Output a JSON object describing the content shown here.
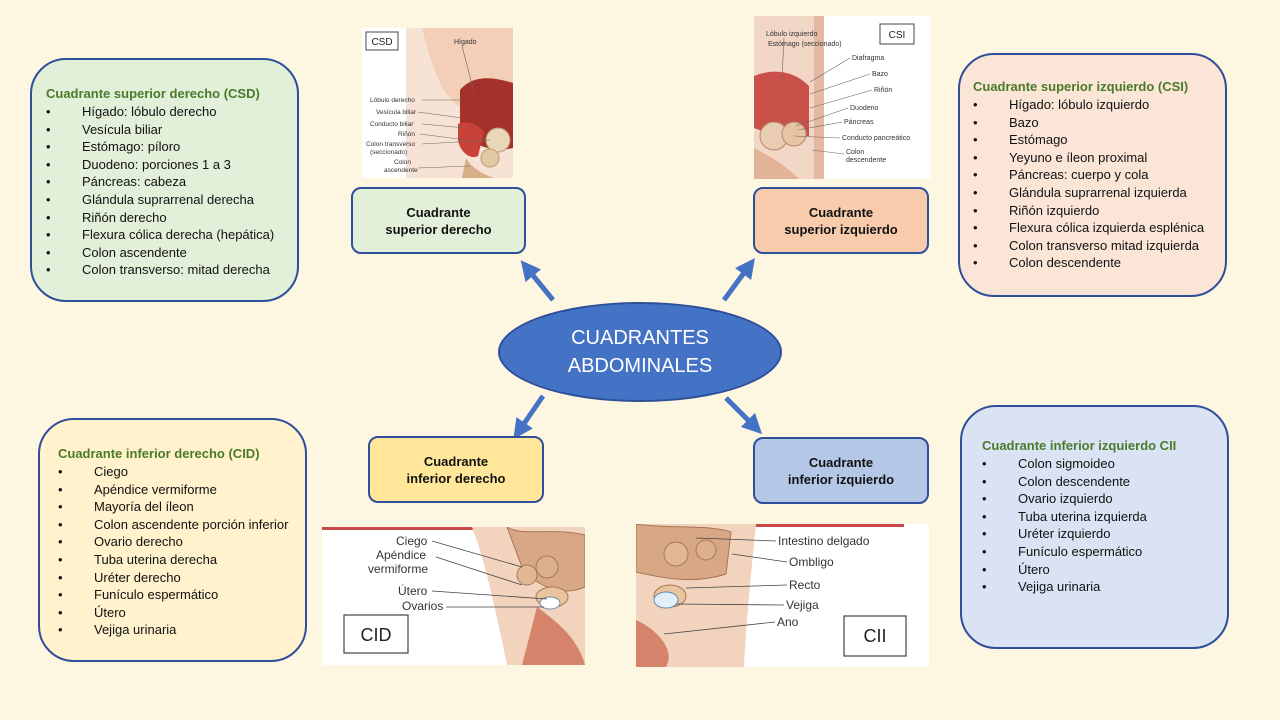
{
  "center": {
    "title": "CUADRANTES\nABDOMINALES"
  },
  "labels": {
    "csd": "Cuadrante\nsuperior derecho",
    "csi": "Cuadrante\nsuperior izquierdo",
    "cid": "Cuadrante\ninferior derecho",
    "cii": "Cuadrante\ninferior izquierdo"
  },
  "colors": {
    "background": "#fdf6e1",
    "center": "#4472c4",
    "csd": "#e2efd9",
    "csi": "#f8cbad",
    "cid": "#ffe699",
    "cii": "#b4c7e7",
    "csd_box": "#e2efd9",
    "csi_box": "#fbe5d6",
    "cid_box": "#fff2cc",
    "cii_box": "#dae3f3",
    "heading": "#4a7a2a"
  },
  "boxes": {
    "csd": {
      "title": "Cuadrante superior derecho (CSD)",
      "items": [
        "Hígado: lóbulo derecho",
        "Vesícula biliar",
        "Estómago: píloro",
        "Duodeno: porciones 1 a 3",
        "Páncreas: cabeza",
        "Glándula suprarrenal derecha",
        "Riñón derecho",
        "Flexura cólica derecha (hepática)",
        "Colon ascendente",
        "Colon transverso: mitad derecha"
      ]
    },
    "csi": {
      "title": "Cuadrante superior izquierdo (CSI)",
      "items": [
        "Hígado: lóbulo izquierdo",
        "Bazo",
        "Estómago",
        "Yeyuno e íleon proximal",
        "Páncreas: cuerpo y cola",
        "Glándula suprarrenal izquierda",
        "Riñón izquierdo",
        "Flexura cólica izquierda esplénica",
        "Colon transverso mitad izquierda",
        "Colon descendente"
      ]
    },
    "cid": {
      "title": "Cuadrante inferior derecho (CID)",
      "items": [
        "Ciego",
        "Apéndice vermiforme",
        "Mayoría del íleon",
        "Colon ascendente porción inferior",
        "Ovario derecho",
        "Tuba uterina derecha",
        "Uréter derecho",
        "Funículo espermático",
        "Útero",
        "Vejiga urinaria"
      ]
    },
    "cii": {
      "title": "Cuadrante inferior izquierdo CII",
      "items": [
        "Colon sigmoideo",
        "Colon descendente",
        "Ovario izquierdo",
        "Tuba uterina izquierda",
        "Uréter izquierdo",
        "Funículo espermático",
        "Útero",
        "Vejiga urinaria"
      ]
    }
  },
  "images": {
    "csd": {
      "tag": "CSD",
      "labels": [
        "Hígado",
        "Lóbulo derecho",
        "Vesícula biliar",
        "Conducto biliar",
        "Riñón",
        "Colon transverso",
        "(seccionado)",
        "Colon",
        "ascendente"
      ]
    },
    "csi": {
      "tag": "CSI",
      "labels": [
        "Lóbulo izquierdo",
        "Estómago (seccionado)",
        "Diafragma",
        "Bazo",
        "Riñón",
        "Duodeno",
        "Páncreas",
        "Conducto pancreático",
        "Colon",
        "descendente"
      ]
    },
    "cid": {
      "tag": "CID",
      "labels": [
        "Ciego",
        "Apéndice",
        "vermiforme",
        "Útero",
        "Ovarios"
      ]
    },
    "cii": {
      "tag": "CII",
      "labels": [
        "Intestino delgado",
        "Ombligo",
        "Recto",
        "Vejiga",
        "Ano"
      ]
    }
  }
}
